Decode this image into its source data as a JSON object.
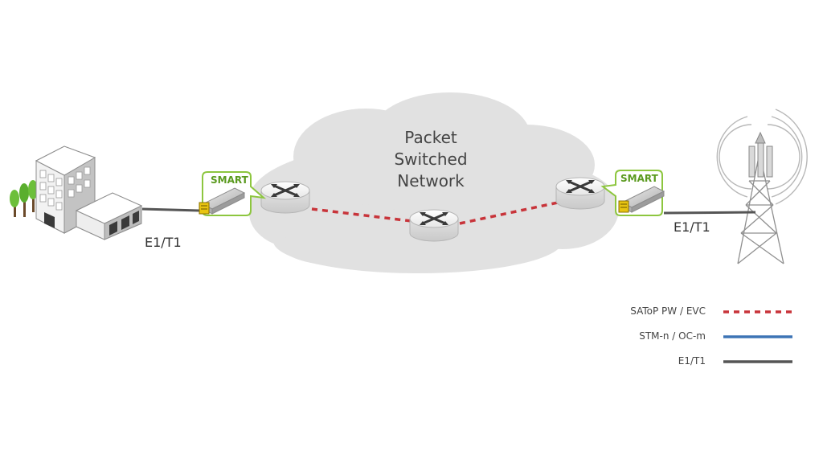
{
  "network": {
    "line1": "Packet",
    "line2": "Switched",
    "line3": "Network"
  },
  "links": {
    "left_label": "E1/T1",
    "right_label": "E1/T1"
  },
  "smart_sfp": {
    "left_logo": "SMART",
    "right_logo": "SMART"
  },
  "legend": {
    "items": [
      {
        "label": "SAToP PW / EVC",
        "color": "#c8343a",
        "style": "dashed"
      },
      {
        "label": "STM-n / OC-m",
        "color": "#3d74b5",
        "style": "solid"
      },
      {
        "label": "E1/T1",
        "color": "#555555",
        "style": "solid"
      }
    ]
  },
  "colors": {
    "cloud": "#e1e1e1",
    "pw_link": "#c8343a",
    "tdm_link": "#555555",
    "smart_green": "#8dc63f",
    "sfp_gold": "#e8c411",
    "router": "#dcdcdc"
  }
}
